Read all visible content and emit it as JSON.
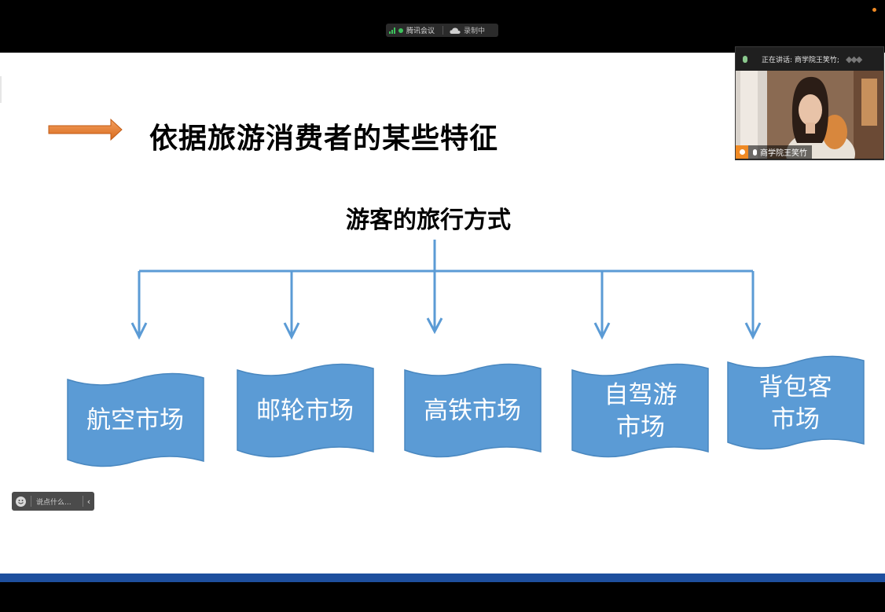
{
  "meeting_bar": {
    "app_name": "腾讯会议",
    "recording_status": "录制中"
  },
  "slide": {
    "heading": "依据旅游消费者的某些特征",
    "root_label": "游客的旅行方式",
    "categories": [
      {
        "line1": "航空市场",
        "line2": ""
      },
      {
        "line1": "邮轮市场",
        "line2": ""
      },
      {
        "line1": "高铁市场",
        "line2": ""
      },
      {
        "line1": "自驾游",
        "line2": "市场"
      },
      {
        "line1": "背包客",
        "line2": "市场"
      }
    ],
    "colors": {
      "arrow": "#ed7d31",
      "shape_fill": "#5b9bd5",
      "connector": "#5b9bd5"
    }
  },
  "video_panel": {
    "speaking_prefix": "正在讲话: ",
    "speaker": "商学院王笑竹;",
    "participant_name": "商学院王笑竹"
  },
  "chat": {
    "placeholder": "说点什么..."
  }
}
